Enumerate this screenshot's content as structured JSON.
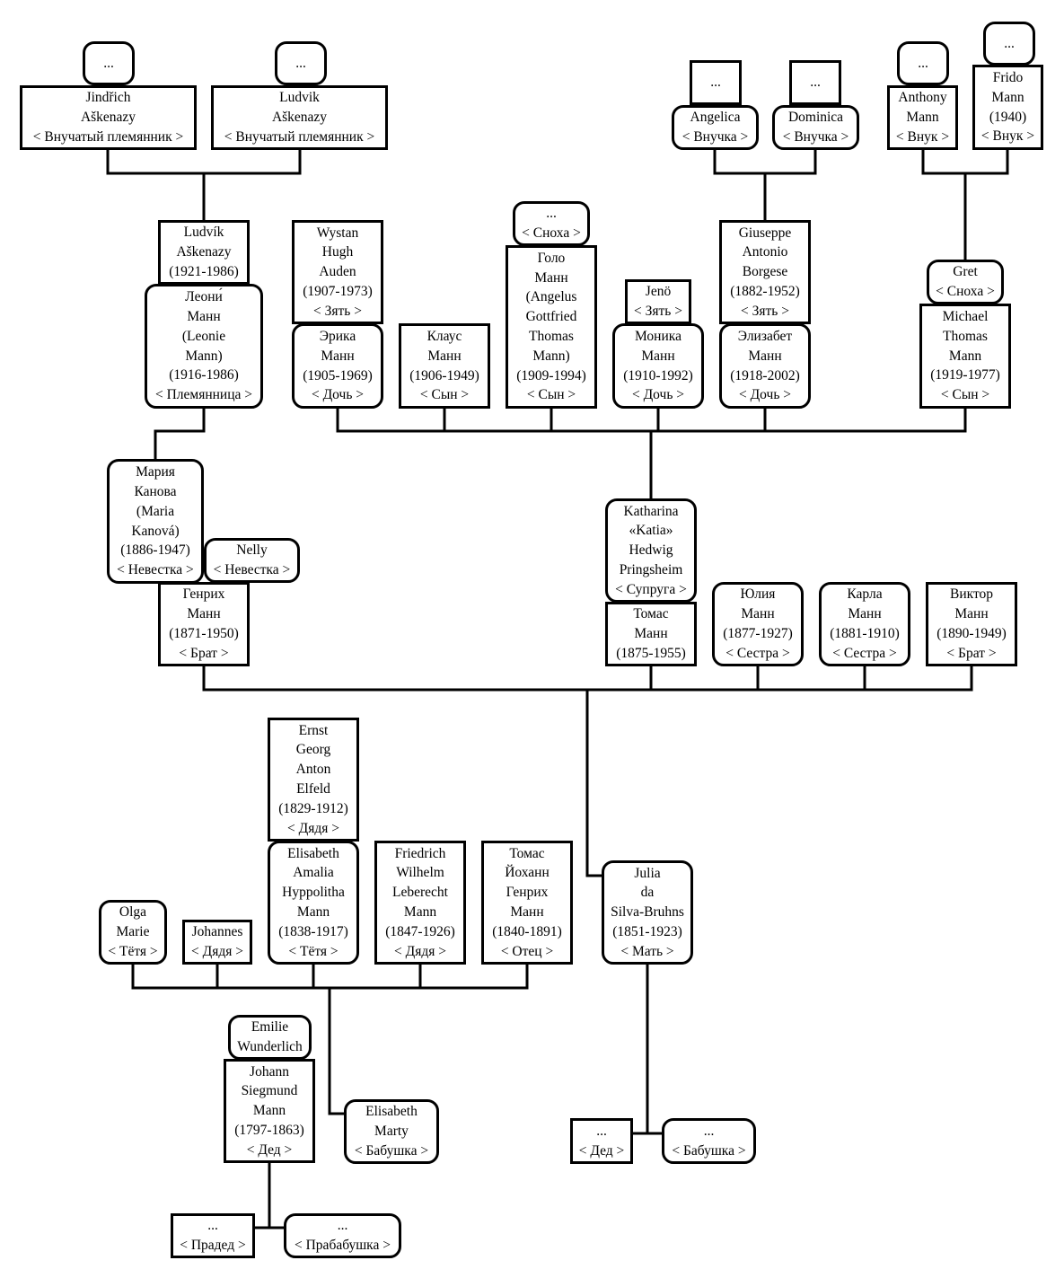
{
  "nodes": {
    "jindrich": {
      "lines": [
        "Jindřich",
        "Aškenazy",
        "< Внучатый племянник >"
      ]
    },
    "ludvik_young": {
      "lines": [
        "Ludvik",
        "Aškenazy",
        "< Внучатый племянник >"
      ]
    },
    "jindrich_child": {
      "lines": [
        "..."
      ]
    },
    "ludvik_young_child": {
      "lines": [
        "..."
      ]
    },
    "angelica": {
      "lines": [
        "Angelica",
        "< Внучка >"
      ]
    },
    "angelica_child": {
      "lines": [
        "..."
      ]
    },
    "dominica": {
      "lines": [
        "Dominica",
        "< Внучка >"
      ]
    },
    "dominica_child": {
      "lines": [
        "..."
      ]
    },
    "anthony": {
      "lines": [
        "Anthony",
        "Mann",
        "< Внук >"
      ]
    },
    "anthony_child": {
      "lines": [
        "..."
      ]
    },
    "frido": {
      "lines": [
        "Frido",
        "Mann",
        "(1940)",
        "< Внук >"
      ]
    },
    "frido_child": {
      "lines": [
        "..."
      ]
    },
    "ludvik_askenazy": {
      "lines": [
        "Ludvík",
        "Aškenazy",
        "(1921-1986)"
      ]
    },
    "leonie": {
      "lines": [
        "Леони́",
        "Манн",
        "(Leonie",
        "Mann)",
        "(1916-1986)",
        "< Племянница >"
      ]
    },
    "auden": {
      "lines": [
        "Wystan",
        "Hugh",
        "Auden",
        "(1907-1973)",
        "< Зять >"
      ]
    },
    "erika": {
      "lines": [
        "Эрика",
        "Манн",
        "(1905-1969)",
        "< Дочь >"
      ]
    },
    "klaus": {
      "lines": [
        "Клаус",
        "Манн",
        "(1906-1949)",
        "< Сын >"
      ]
    },
    "golo_spouse": {
      "lines": [
        "...",
        "< Сноха >"
      ]
    },
    "golo": {
      "lines": [
        "Голо",
        "Манн",
        "(Angelus",
        "Gottfried",
        "Thomas",
        "Mann)",
        "(1909-1994)",
        "< Сын >"
      ]
    },
    "jeno": {
      "lines": [
        "Jenö",
        "< Зять >"
      ]
    },
    "monika": {
      "lines": [
        "Моника",
        "Манн",
        "(1910-1992)",
        "< Дочь >"
      ]
    },
    "borgese": {
      "lines": [
        "Giuseppe",
        "Antonio",
        "Borgese",
        "(1882-1952)",
        "< Зять >"
      ]
    },
    "elisabeth_m": {
      "lines": [
        "Элизабет",
        "Манн",
        "(1918-2002)",
        "< Дочь >"
      ]
    },
    "gret": {
      "lines": [
        "Gret",
        "< Сноха >"
      ]
    },
    "michael": {
      "lines": [
        "Michael",
        "Thomas",
        "Mann",
        "(1919-1977)",
        "< Сын >"
      ]
    },
    "maria": {
      "lines": [
        "Мария",
        "Канова",
        "(Maria",
        "Kanová)",
        "(1886-1947)",
        "< Невестка >"
      ]
    },
    "nelly": {
      "lines": [
        "Nelly",
        "< Невестка >"
      ]
    },
    "heinrich": {
      "lines": [
        "Генрих",
        "Манн",
        "(1871-1950)",
        "< Брат >"
      ]
    },
    "katia": {
      "lines": [
        "Katharina",
        "«Katia»",
        "Hedwig",
        "Pringsheim",
        "< Супруга >"
      ]
    },
    "thomas": {
      "lines": [
        "Томас",
        "Манн",
        "(1875-1955)"
      ]
    },
    "julia_sister": {
      "lines": [
        "Юлия",
        "Манн",
        "(1877-1927)",
        "< Сестра >"
      ]
    },
    "carla": {
      "lines": [
        "Карла",
        "Манн",
        "(1881-1910)",
        "< Сестра >"
      ]
    },
    "viktor": {
      "lines": [
        "Виктор",
        "Манн",
        "(1890-1949)",
        "< Брат >"
      ]
    },
    "elfeld": {
      "lines": [
        "Ernst",
        "Georg",
        "Anton",
        "Elfeld",
        "(1829-1912)",
        "< Дядя >"
      ]
    },
    "olga": {
      "lines": [
        "Olga",
        "Marie",
        "< Тётя >"
      ]
    },
    "johannes": {
      "lines": [
        "Johannes",
        "< Дядя >"
      ]
    },
    "elisabeth_amalia": {
      "lines": [
        "Elisabeth",
        "Amalia",
        "Hyppolitha",
        "Mann",
        "(1838-1917)",
        "< Тётя >"
      ]
    },
    "friedrich": {
      "lines": [
        "Friedrich",
        "Wilhelm",
        "Leberecht",
        "Mann",
        "(1847-1926)",
        "< Дядя >"
      ]
    },
    "thomas_father": {
      "lines": [
        "Томас",
        "Йоханн",
        "Генрих",
        "Манн",
        "(1840-1891)",
        "< Отец >"
      ]
    },
    "julia_mother": {
      "lines": [
        "Julia",
        "da",
        "Silva-Bruhns",
        "(1851-1923)",
        "< Мать >"
      ]
    },
    "emilie": {
      "lines": [
        "Emilie",
        "Wunderlich"
      ]
    },
    "johann": {
      "lines": [
        "Johann",
        "Siegmund",
        "Mann",
        "(1797-1863)",
        "< Дед >"
      ]
    },
    "elisabeth_marty": {
      "lines": [
        "Elisabeth",
        "Marty",
        "< Бабушка >"
      ]
    },
    "ded_maternal": {
      "lines": [
        "...",
        "< Дед >"
      ]
    },
    "babushka_maternal": {
      "lines": [
        "...",
        "< Бабушка >"
      ]
    },
    "praded": {
      "lines": [
        "...",
        "< Прадед >"
      ]
    },
    "prababushka": {
      "lines": [
        "...",
        "< Прабабушка >"
      ]
    }
  }
}
